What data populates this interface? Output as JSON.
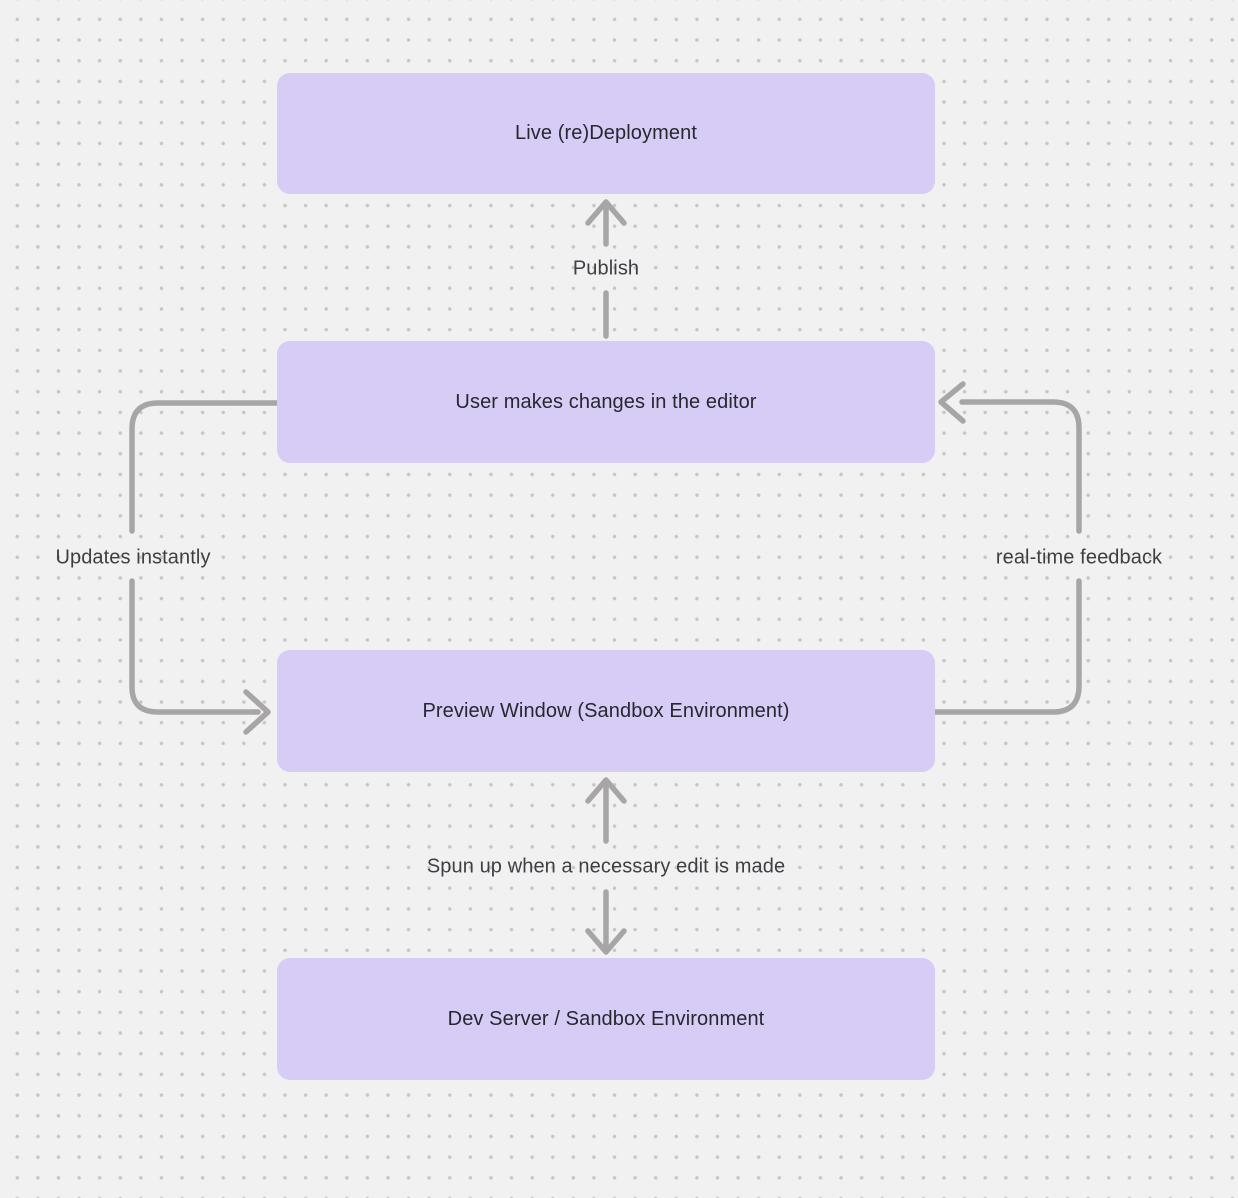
{
  "diagram": {
    "nodes": [
      {
        "id": "live-deployment",
        "label": "Live (re)Deployment"
      },
      {
        "id": "user-edits",
        "label": "User makes changes in the editor"
      },
      {
        "id": "preview-window",
        "label": "Preview Window (Sandbox Environment)"
      },
      {
        "id": "dev-server",
        "label": "Dev Server / Sandbox Environment"
      }
    ],
    "edges": [
      {
        "id": "publish",
        "label": "Publish",
        "from": "user-edits",
        "to": "live-deployment",
        "style": "straight-up"
      },
      {
        "id": "updates-instantly",
        "label": "Updates instantly",
        "from": "user-edits",
        "to": "preview-window",
        "style": "left-loop"
      },
      {
        "id": "realtime-feedback",
        "label": "real-time feedback",
        "from": "preview-window",
        "to": "user-edits",
        "style": "right-loop"
      },
      {
        "id": "spun-up",
        "label": "Spun up when a necessary edit is made",
        "from": "preview-window",
        "to": "dev-server",
        "style": "bidirectional"
      }
    ],
    "colors": {
      "background": "#f2f1f1",
      "grid_dot": "#c6c4c4",
      "node_fill": "#d7ccf6",
      "arrow": "#a7a5a5",
      "node_text": "#27272e",
      "edge_label_text": "#3e3e44"
    }
  }
}
